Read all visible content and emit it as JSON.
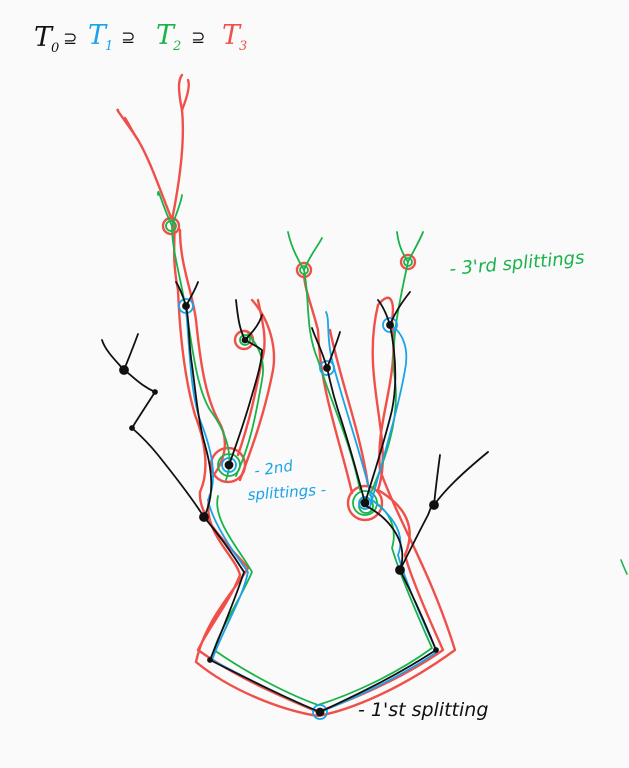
{
  "colors": {
    "background": "#fafafa",
    "t0": "#111111",
    "t1": "#1aa3e8",
    "t2": "#19b34a",
    "t3": "#f0504a"
  },
  "header": {
    "t0": "T",
    "t0_sub": "0",
    "sep1": "⊇",
    "t1": "T",
    "t1_sub": "1",
    "sep2": "⊇",
    "t2": "T",
    "t2_sub": "2",
    "sep3": "⊇",
    "t3": "T",
    "t3_sub": "3"
  },
  "annotations": {
    "first_splitting": "- 1'st splitting",
    "second_splittings_line1": "- 2nd",
    "second_splittings_line2": "splittings -",
    "third_splittings": "- 3'rd splittings"
  }
}
